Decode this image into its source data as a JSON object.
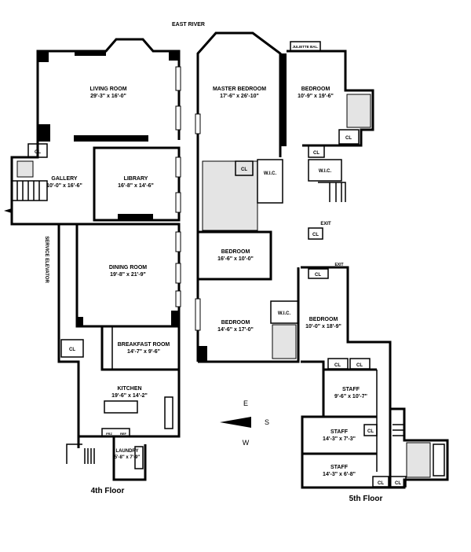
{
  "title": "EAST RIVER",
  "floors": {
    "fourth": {
      "label": "4th Floor",
      "rooms": [
        {
          "name": "LIVING ROOM",
          "dims": "29'-3\" x 16'-0\""
        },
        {
          "name": "GALLERY",
          "dims": "10'-0\" x 16'-6\""
        },
        {
          "name": "LIBRARY",
          "dims": "16'-8\" x 14'-6\""
        },
        {
          "name": "DINING ROOM",
          "dims": "19'-8\" x 21'-9\""
        },
        {
          "name": "BREAKFAST ROOM",
          "dims": "14'-7\" x 9'-6\""
        },
        {
          "name": "KITCHEN",
          "dims": "19'-6\" x 14'-2\""
        },
        {
          "name": "LAUNDRY",
          "dims": "5'-8\" x 7'-9\""
        }
      ],
      "service_elevator": "SERVICE ELEVATOR",
      "closet": "CL",
      "appliances": [
        "FRZ",
        "REF"
      ]
    },
    "fifth": {
      "label": "5th Floor",
      "rooms": [
        {
          "name": "MASTER BEDROOM",
          "dims": "17'-6\" x 26'-10\""
        },
        {
          "name": "BEDROOM",
          "dims": "10'-9\" x 19'-6\""
        },
        {
          "name": "BEDROOM",
          "dims": "16'-6\" x 10'-0\""
        },
        {
          "name": "BEDROOM",
          "dims": "14'-6\" x 17'-0\""
        },
        {
          "name": "BEDROOM",
          "dims": "10'-0\" x 18'-9\""
        },
        {
          "name": "STAFF",
          "dims": "9'-6\" x 10'-7\""
        },
        {
          "name": "STAFF",
          "dims": "14'-3\" x 7'-3\""
        },
        {
          "name": "STAFF",
          "dims": "14'-3\" x 6'-8\""
        }
      ],
      "juliette": "JULIETTE BAL.",
      "wic": "W.I.C.",
      "closet": "CL",
      "exit": "EXIT"
    }
  },
  "compass": {
    "e": "E",
    "s": "S",
    "w": "W"
  }
}
